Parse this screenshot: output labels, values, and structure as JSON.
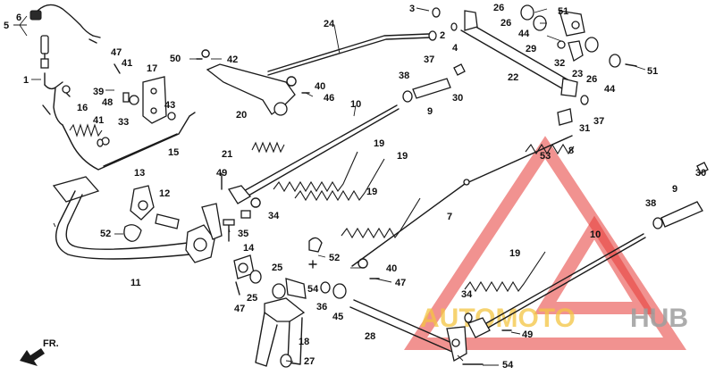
{
  "watermark": {
    "part1": "AUTOMOTO",
    "part2": "HUB",
    "color_red": "#e53935",
    "color_yellow": "#f4c542",
    "color_gray": "#9e9e9e"
  },
  "direction": {
    "label": "FR."
  },
  "callouts": {
    "c1": "1",
    "c2": "2",
    "c3": "3",
    "c4": "4",
    "c5": "5",
    "c6": "6",
    "c7": "7",
    "c8": "8",
    "c9a": "9",
    "c9b": "9",
    "c10a": "10",
    "c10b": "10",
    "c11": "11",
    "c12": "12",
    "c13": "13",
    "c14": "14",
    "c15": "15",
    "c16": "16",
    "c17": "17",
    "c18": "18",
    "c19a": "19",
    "c19b": "19",
    "c19c": "19",
    "c19d": "19",
    "c20": "20",
    "c21": "21",
    "c22": "22",
    "c23": "23",
    "c24": "24",
    "c25a": "25",
    "c25b": "25",
    "c26a": "26",
    "c26b": "26",
    "c26c": "26",
    "c27": "27",
    "c28": "28",
    "c29": "29",
    "c30a": "30",
    "c30b": "30",
    "c31": "31",
    "c32": "32",
    "c33": "33",
    "c34a": "34",
    "c34b": "34",
    "c35": "35",
    "c36": "36",
    "c37a": "37",
    "c37b": "37",
    "c38a": "38",
    "c38b": "38",
    "c39": "39",
    "c40a": "40",
    "c40b": "40",
    "c41a": "41",
    "c41b": "41",
    "c42": "42",
    "c43": "43",
    "c44a": "44",
    "c44b": "44",
    "c45": "45",
    "c46": "46",
    "c47a": "47",
    "c47b": "47",
    "c47c": "47",
    "c48": "48",
    "c49a": "49",
    "c49b": "49",
    "c50": "50",
    "c51a": "51",
    "c51b": "51",
    "c52a": "52",
    "c52b": "52",
    "c53": "53",
    "c54a": "54",
    "c54b": "54"
  }
}
